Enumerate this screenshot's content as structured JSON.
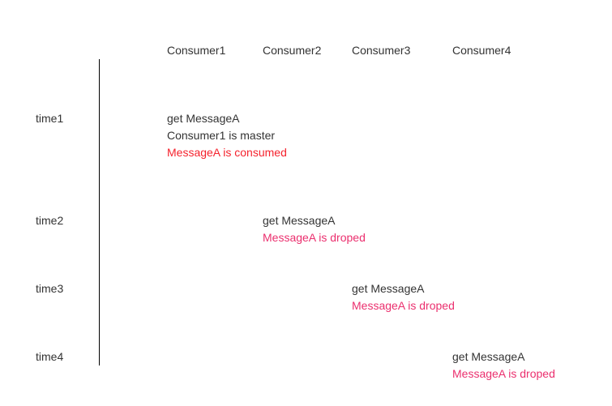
{
  "colors": {
    "text": "#333333",
    "consumed": "#f5222d",
    "droped": "#eb2f6e",
    "axis": "#000000"
  },
  "consumers": [
    "Consumer1",
    "Consumer2",
    "Consumer3",
    "Consumer4"
  ],
  "times": [
    "time1",
    "time2",
    "time3",
    "time4"
  ],
  "events": {
    "time1": [
      "get MessageA",
      "Consumer1 is master",
      "MessageA is consumed"
    ],
    "time2": [
      "get MessageA",
      "MessageA is droped"
    ],
    "time3": [
      "get MessageA",
      "MessageA is droped"
    ],
    "time4": [
      "get MessageA",
      "MessageA is droped"
    ]
  }
}
